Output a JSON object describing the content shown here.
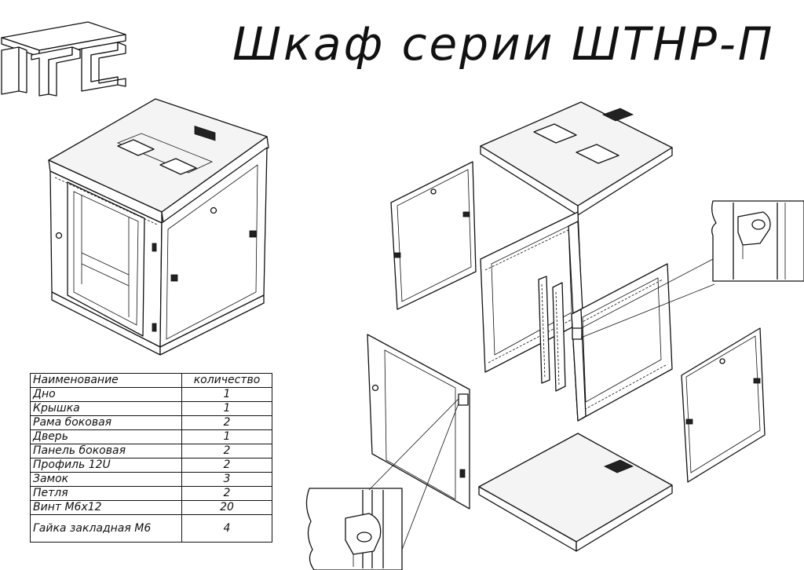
{
  "title": "Шкаф серии ШТНР-П",
  "table": {
    "headers": [
      "Наименование",
      "количество"
    ],
    "rows": [
      {
        "name": "Дно",
        "qty": "1"
      },
      {
        "name": "Крышка",
        "qty": "1"
      },
      {
        "name": "Рама боковая",
        "qty": "2"
      },
      {
        "name": "Дверь",
        "qty": "1"
      },
      {
        "name": "Панель боковая",
        "qty": "2"
      },
      {
        "name": "Профиль 12U",
        "qty": "2"
      },
      {
        "name": "Замок",
        "qty": "3"
      },
      {
        "name": "Петля",
        "qty": "2"
      },
      {
        "name": "Винт М6х12",
        "qty": "20"
      },
      {
        "name": "Гайка закладная М6",
        "qty": "4"
      }
    ]
  }
}
